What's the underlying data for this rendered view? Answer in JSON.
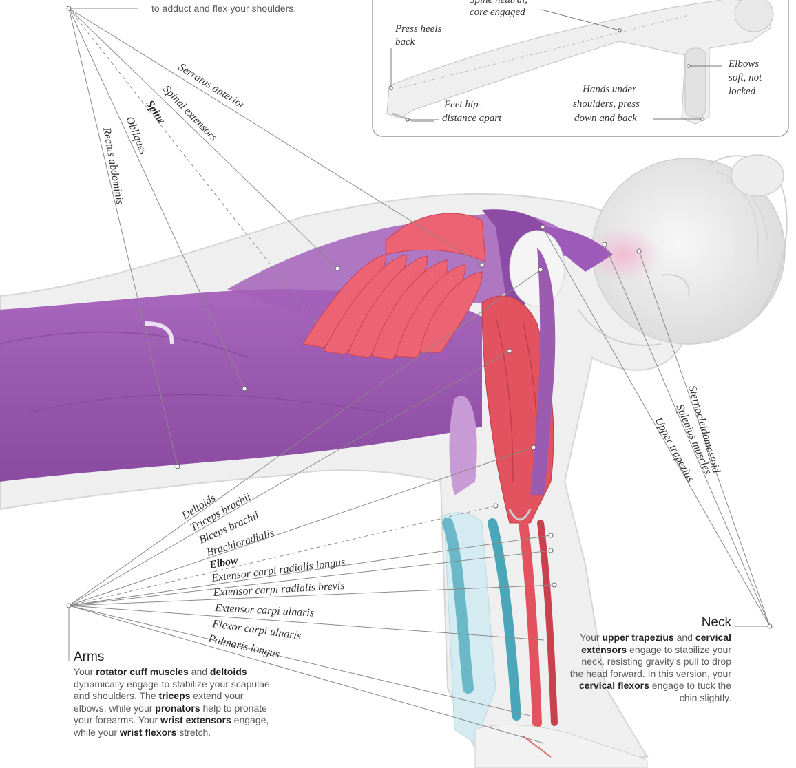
{
  "top_left_caption": "to adduct and flex your shoulders.",
  "inset": {
    "labels": {
      "spine_neutral": "Spine neutral,",
      "core_engaged": "core engaged",
      "press_heels_1": "Press heels",
      "press_heels_2": "back",
      "elbows_1": "Elbows",
      "elbows_2": "soft, not",
      "elbows_3": "locked",
      "hands_1": "Hands under",
      "hands_2": "shoulders, press",
      "hands_3": "down and back",
      "feet_1": "Feet hip-",
      "feet_2": "distance apart"
    }
  },
  "torso_labels": [
    "Serratus anterior",
    "Spinal extensors",
    "Spine",
    "Obliques",
    "Rectus abdominis"
  ],
  "arm_labels": [
    "Deltoids",
    "Triceps brachii",
    "Biceps brachii",
    "Brachioradialis",
    "Elbow",
    "Extensor carpi radialis longus",
    "Extensor carpi radialis brevis",
    "Extensor carpi ulnaris",
    "Flexor carpi ulnaris",
    "Palmaris longus"
  ],
  "neck_labels": [
    "Sternocleidomastoid",
    "Splenius muscles",
    "Upper trapezius"
  ],
  "arms": {
    "heading": "Arms",
    "p1": "Your ",
    "b1": "rotator cuff muscles",
    "p2": " and ",
    "b2": "deltoids",
    "p3": " dynamically engage to stabilize your scapulae and shoulders. The ",
    "b3": "triceps",
    "p4": " extend your elbows, while your ",
    "b4": "pronators",
    "p5": " help to pronate your forearms. Your ",
    "b5": "wrist extensors",
    "p6": " engage, while your ",
    "b6": "wrist flexors",
    "p7": " stretch."
  },
  "neck": {
    "heading": "Neck",
    "p1": "Your ",
    "b1": "upper trapezius",
    "p2": " and ",
    "b2": "cervical extensors",
    "p3": " engage to stabilize your neck, resisting gravity’s pull to drop the head forward. In this version, your ",
    "b3": "cervical flexors",
    "p4": " engage to tuck the chin slightly."
  },
  "colors": {
    "muscle_purple": "#9b5bb0",
    "muscle_red": "#e2525f",
    "muscle_blue": "#5fb2c4",
    "skin": "#ececec",
    "leader_line": "#8a8a8a"
  }
}
